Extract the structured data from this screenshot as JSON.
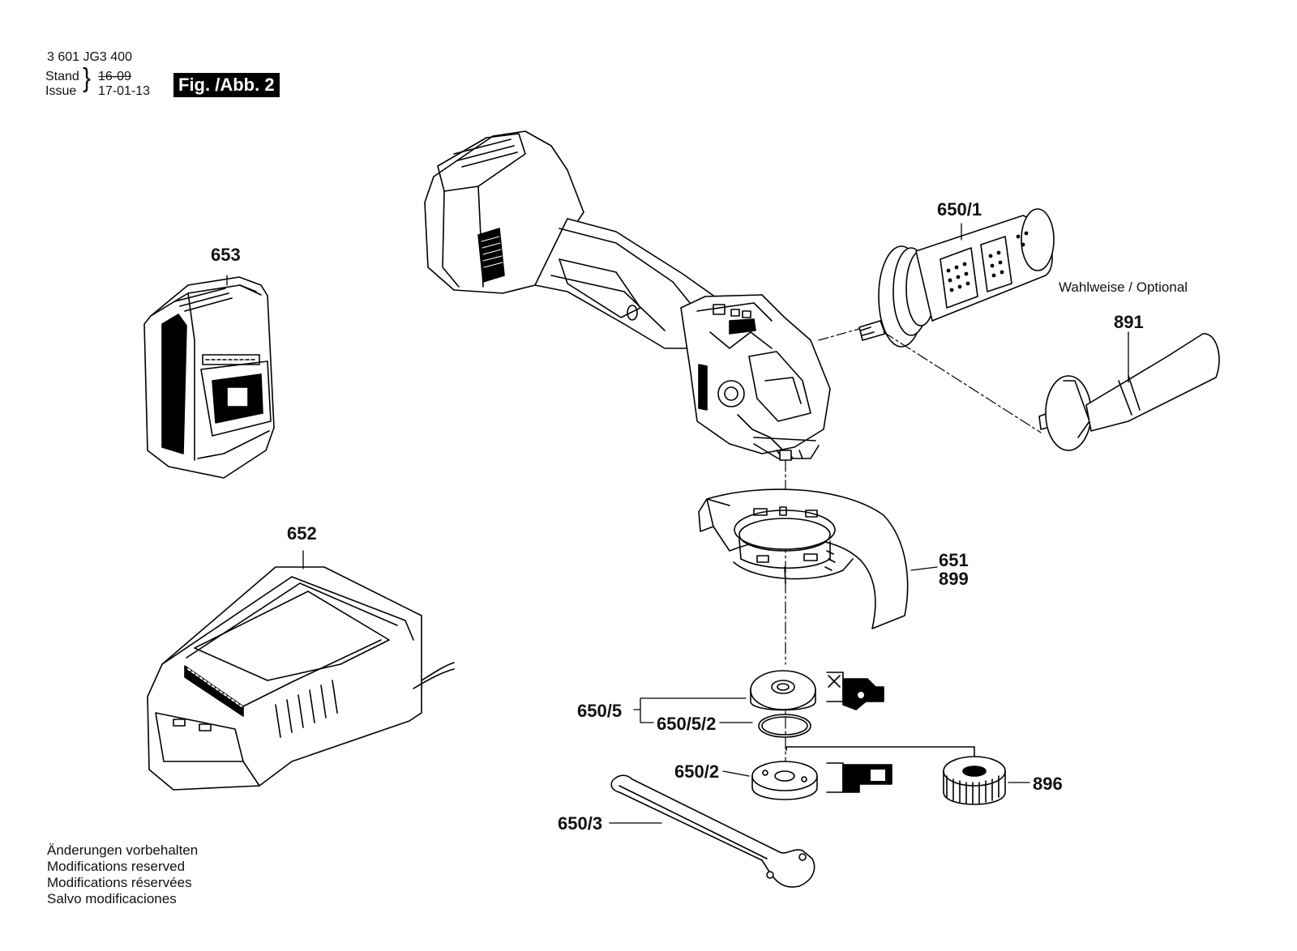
{
  "header": {
    "doc_number": "3 601 JG3 400",
    "stand_label": "Stand",
    "issue_label": "Issue",
    "stand_date": "16-09",
    "issue_date": "17-01-13",
    "figure_label": "Fig. /Abb. 2"
  },
  "parts": {
    "battery": "653",
    "charger": "652",
    "side_handle": "650/1",
    "optional_note": "Wahlweise / Optional",
    "alt_handle": "891",
    "guard_a": "651",
    "guard_b": "899",
    "flange_set": "650/5",
    "o_ring": "650/5/2",
    "lock_nut": "650/2",
    "quick_nut": "896",
    "spanner": "650/3"
  },
  "footer": {
    "line1": "Änderungen vorbehalten",
    "line2": "Modifications reserved",
    "line3": "Modifications réservées",
    "line4": "Salvo modificaciones"
  }
}
